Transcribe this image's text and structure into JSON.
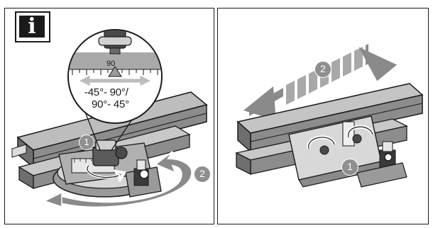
{
  "info_badge": {
    "glyph": "i"
  },
  "left_panel": {
    "scale_value": "90",
    "angle_line1": "-45°- 90°/",
    "angle_line2": "90°- 45°",
    "step_rotate_knob": "1",
    "step_rotate_table": "2"
  },
  "right_panel": {
    "step_loosen_knobs": "1",
    "step_slide_fence": "2"
  },
  "colors": {
    "outline": "#1a1a1a",
    "machine_gray": "#8c8c8c",
    "machine_dark": "#5a5a5a",
    "arrow_gray": "#7a7a7a",
    "marker_gray": "#9a9a9a"
  }
}
